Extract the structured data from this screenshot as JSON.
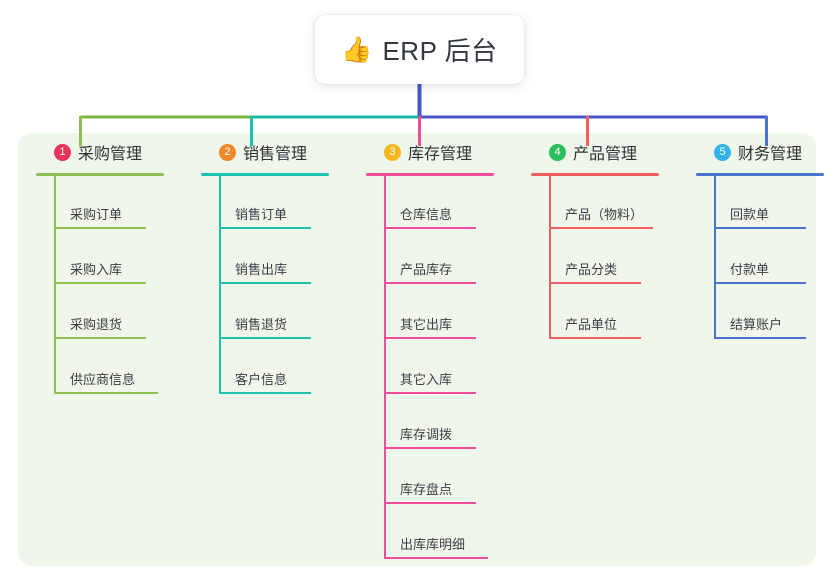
{
  "diagram": {
    "type": "mindmap-tree",
    "root": {
      "icon": "thumbs-up-icon",
      "emoji": "👍",
      "title": "ERP 后台"
    },
    "panel_color": "#eef7e9",
    "bus": {
      "segments": [
        {
          "name": "segment-green",
          "color": "#7cb342"
        },
        {
          "name": "segment-teal",
          "color": "#17b7a5"
        },
        {
          "name": "segment-indigo",
          "color": "#4758c4"
        }
      ],
      "stem_color": "#4758c4"
    },
    "branches": [
      {
        "number": "1",
        "title": "采购管理",
        "badge_color": "#e8335c",
        "line_color": "#8cc152",
        "children": [
          {
            "label": "采购订单"
          },
          {
            "label": "采购入库"
          },
          {
            "label": "采购退货"
          },
          {
            "label": "供应商信息",
            "wide": true
          }
        ]
      },
      {
        "number": "2",
        "title": "销售管理",
        "badge_color": "#f0882a",
        "line_color": "#1ec1b0",
        "children": [
          {
            "label": "销售订单"
          },
          {
            "label": "销售出库"
          },
          {
            "label": "销售退货"
          },
          {
            "label": "客户信息"
          }
        ]
      },
      {
        "number": "3",
        "title": "库存管理",
        "badge_color": "#f5b721",
        "line_color": "#ef4c9a",
        "children": [
          {
            "label": "仓库信息"
          },
          {
            "label": "产品库存"
          },
          {
            "label": "其它出库"
          },
          {
            "label": "其它入库"
          },
          {
            "label": "库存调拨"
          },
          {
            "label": "库存盘点"
          },
          {
            "label": "出库库明细",
            "wide": true
          }
        ]
      },
      {
        "number": "4",
        "title": "产品管理",
        "badge_color": "#2bbf5e",
        "line_color": "#f4605f",
        "children": [
          {
            "label": "产品（物料）",
            "wide": true
          },
          {
            "label": "产品分类"
          },
          {
            "label": "产品单位"
          }
        ]
      },
      {
        "number": "5",
        "title": "财务管理",
        "badge_color": "#33b3e8",
        "line_color": "#4a73cf",
        "children": [
          {
            "label": "回款单"
          },
          {
            "label": "付款单"
          },
          {
            "label": "结算账户"
          }
        ]
      }
    ]
  }
}
